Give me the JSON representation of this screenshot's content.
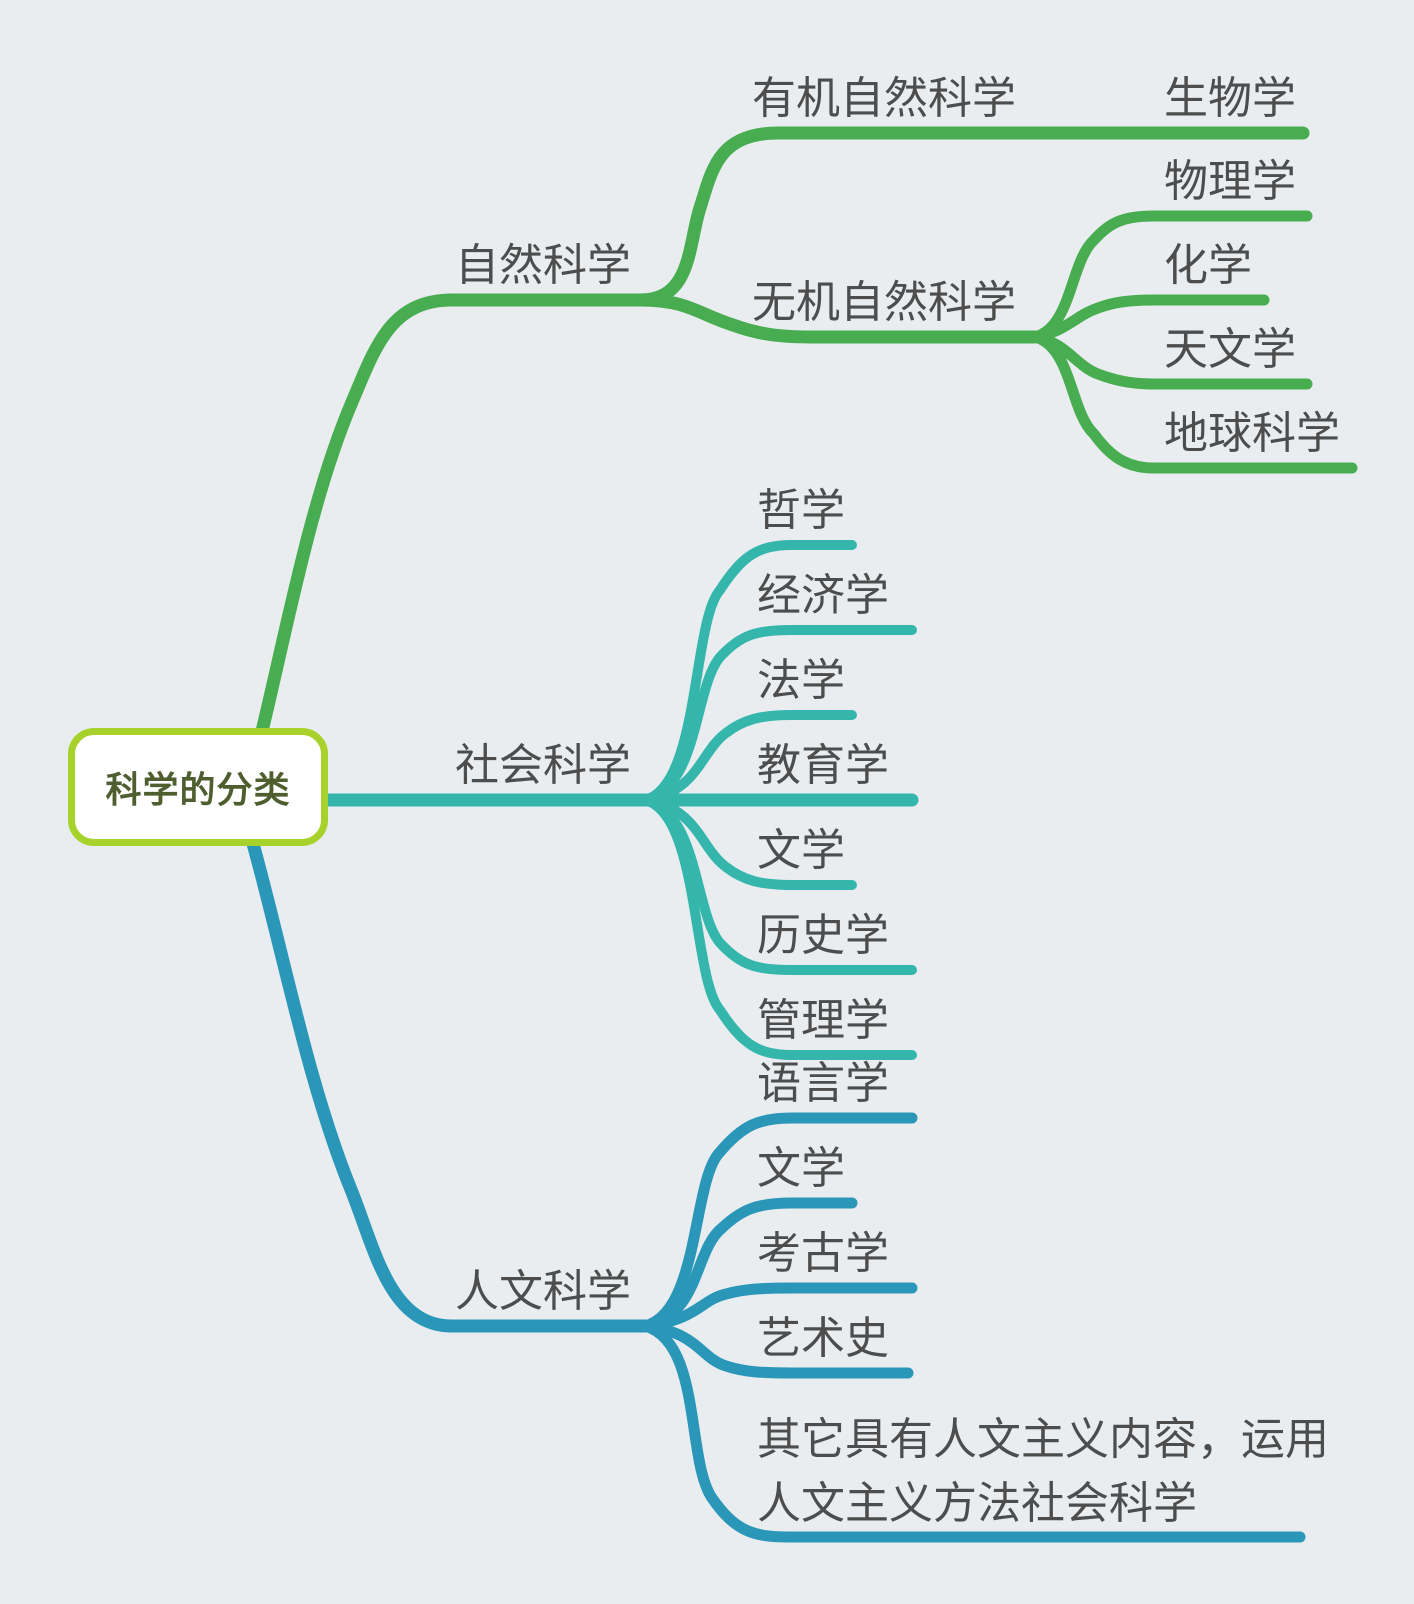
{
  "title": "科学的分类",
  "colors": {
    "background": "#e9edf0",
    "label_text": "#4d4d4d",
    "root_border": "#a6d22b",
    "root_fill": "#ffffff",
    "root_text": "#4e5e2e",
    "natural_green": "#47ad50",
    "social_teal": "#35b6ad",
    "humanities_blue": "#2a96b8"
  },
  "root": {
    "label": "科学的分类"
  },
  "branches": [
    {
      "label": "自然科学",
      "color": "#47ad50",
      "children": [
        {
          "label": "有机自然科学",
          "children": [
            {
              "label": "生物学"
            }
          ]
        },
        {
          "label": "无机自然科学",
          "children": [
            {
              "label": "物理学"
            },
            {
              "label": "化学"
            },
            {
              "label": "天文学"
            },
            {
              "label": "地球科学"
            }
          ]
        }
      ]
    },
    {
      "label": "社会科学",
      "color": "#35b6ad",
      "children": [
        {
          "label": "哲学"
        },
        {
          "label": "经济学"
        },
        {
          "label": "法学"
        },
        {
          "label": "教育学"
        },
        {
          "label": "文学"
        },
        {
          "label": "历史学"
        },
        {
          "label": "管理学"
        }
      ]
    },
    {
      "label": "人文科学",
      "color": "#2a96b8",
      "children": [
        {
          "label": "语言学"
        },
        {
          "label": "文学"
        },
        {
          "label": "考古学"
        },
        {
          "label": "艺术史"
        },
        {
          "label": "其它具有人文主义内容，运用人文主义方法社会科学"
        }
      ]
    }
  ]
}
